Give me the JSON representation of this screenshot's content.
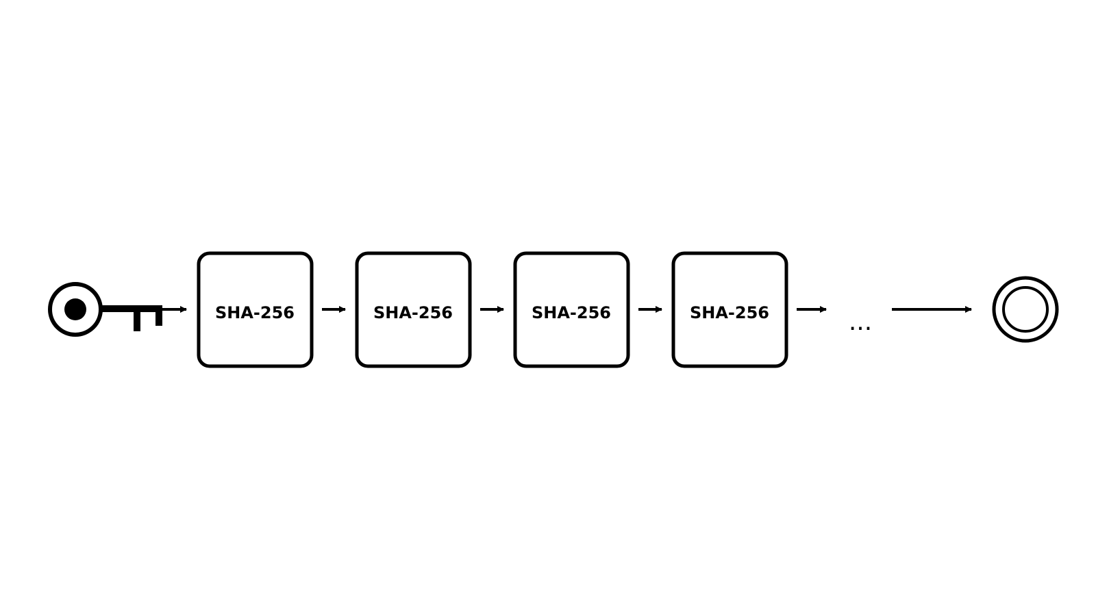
{
  "diagram": {
    "steps": [
      {
        "label": "SHA-256"
      },
      {
        "label": "SHA-256"
      },
      {
        "label": "SHA-256"
      },
      {
        "label": "SHA-256"
      }
    ],
    "ellipsis": "...",
    "start_icon": "key-icon",
    "end_icon": "double-circle-icon",
    "colors": {
      "stroke": "#000000",
      "background": "#ffffff"
    }
  }
}
